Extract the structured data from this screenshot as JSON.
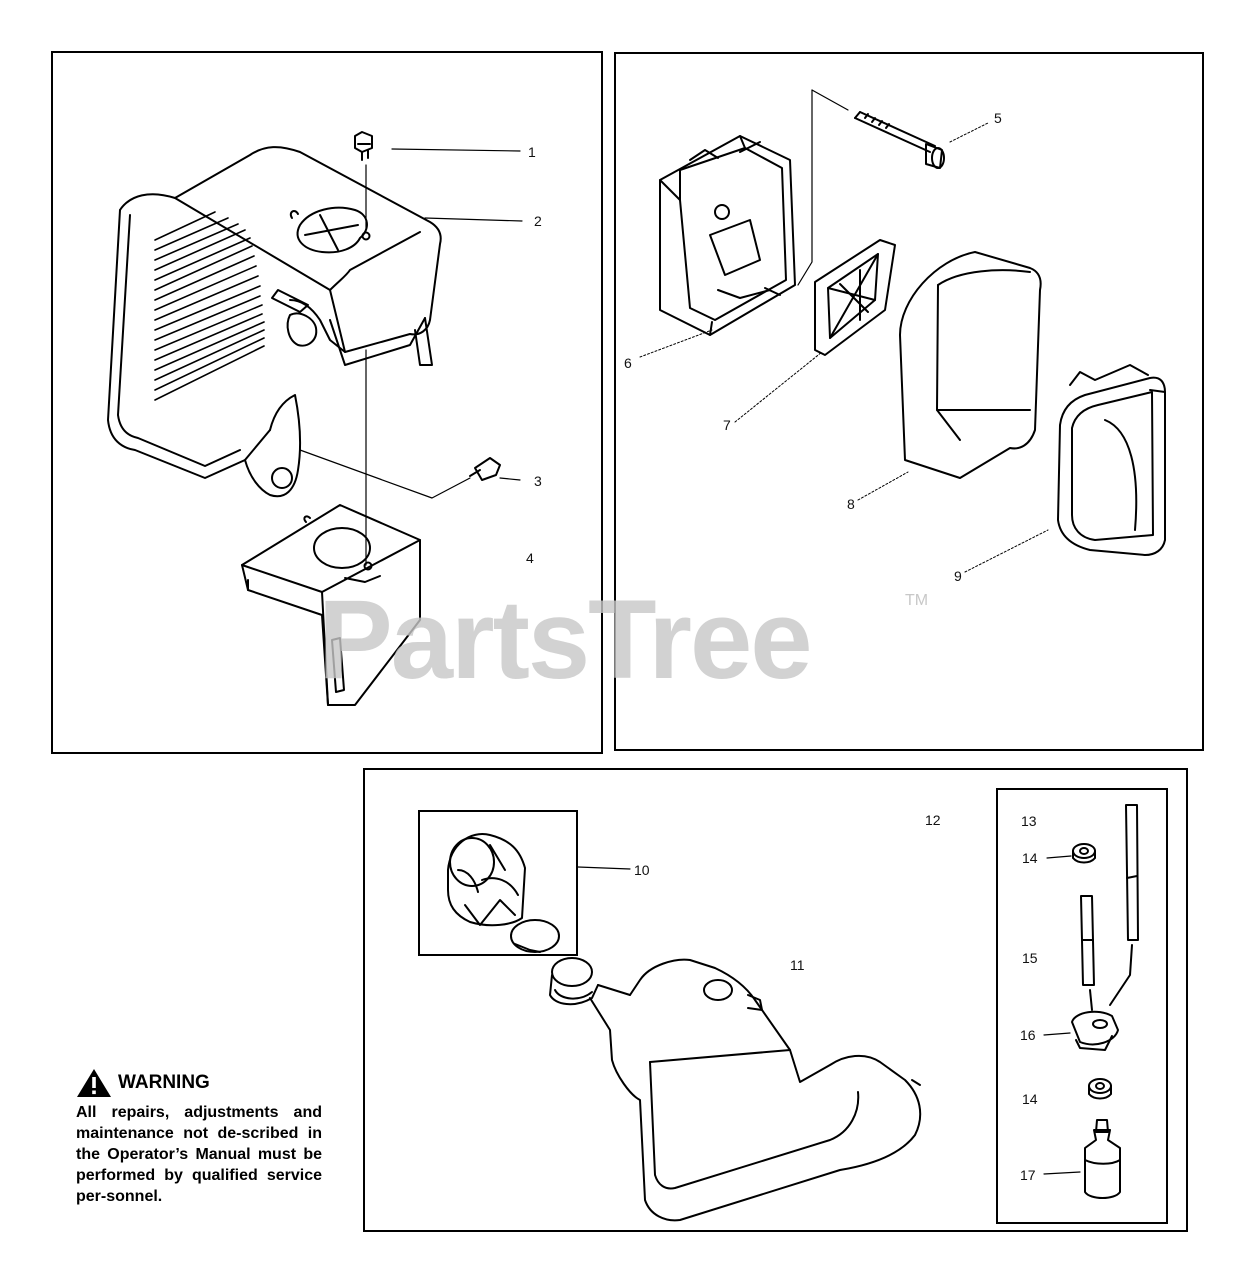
{
  "watermark": {
    "text": "PartsTree",
    "mark": "TM"
  },
  "callouts": {
    "n1": "1",
    "n2": "2",
    "n3": "3",
    "n4": "4",
    "n5": "5",
    "n6": "6",
    "n7": "7",
    "n8": "8",
    "n9": "9",
    "n10": "10",
    "n11": "11",
    "n12": "12",
    "n13": "13",
    "n14a": "14",
    "n15": "15",
    "n16": "16",
    "n14b": "14",
    "n17": "17"
  },
  "warning": {
    "icon": "warning-triangle-icon",
    "title": "WARNING",
    "text": "All repairs, adjustments and maintenance not de-scribed in the Operator’s Manual must be performed by qualified service per-sonnel."
  }
}
